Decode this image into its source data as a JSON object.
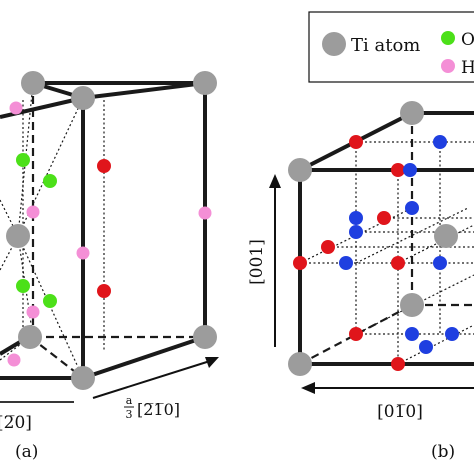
{
  "legend": {
    "ti": "Ti atom",
    "o_partial": "O",
    "h_partial": "H"
  },
  "panel_a": {
    "caption": "(a)",
    "bottom_axis_partial": "[2̅0]",
    "side_axis_fraction_num": "a",
    "side_axis_fraction_den": "3",
    "side_axis_label": "[2̅1̅0]"
  },
  "panel_b": {
    "caption": "(b)",
    "vertical_axis": "[001]",
    "horizontal_axis": "[01̅0]"
  },
  "colors": {
    "ti": "#9c9c9c",
    "o": "#4ce019",
    "h": "#f48fd6",
    "red": "#e0151b",
    "blue": "#1f3fe0",
    "edge": "#1a1a1a"
  }
}
